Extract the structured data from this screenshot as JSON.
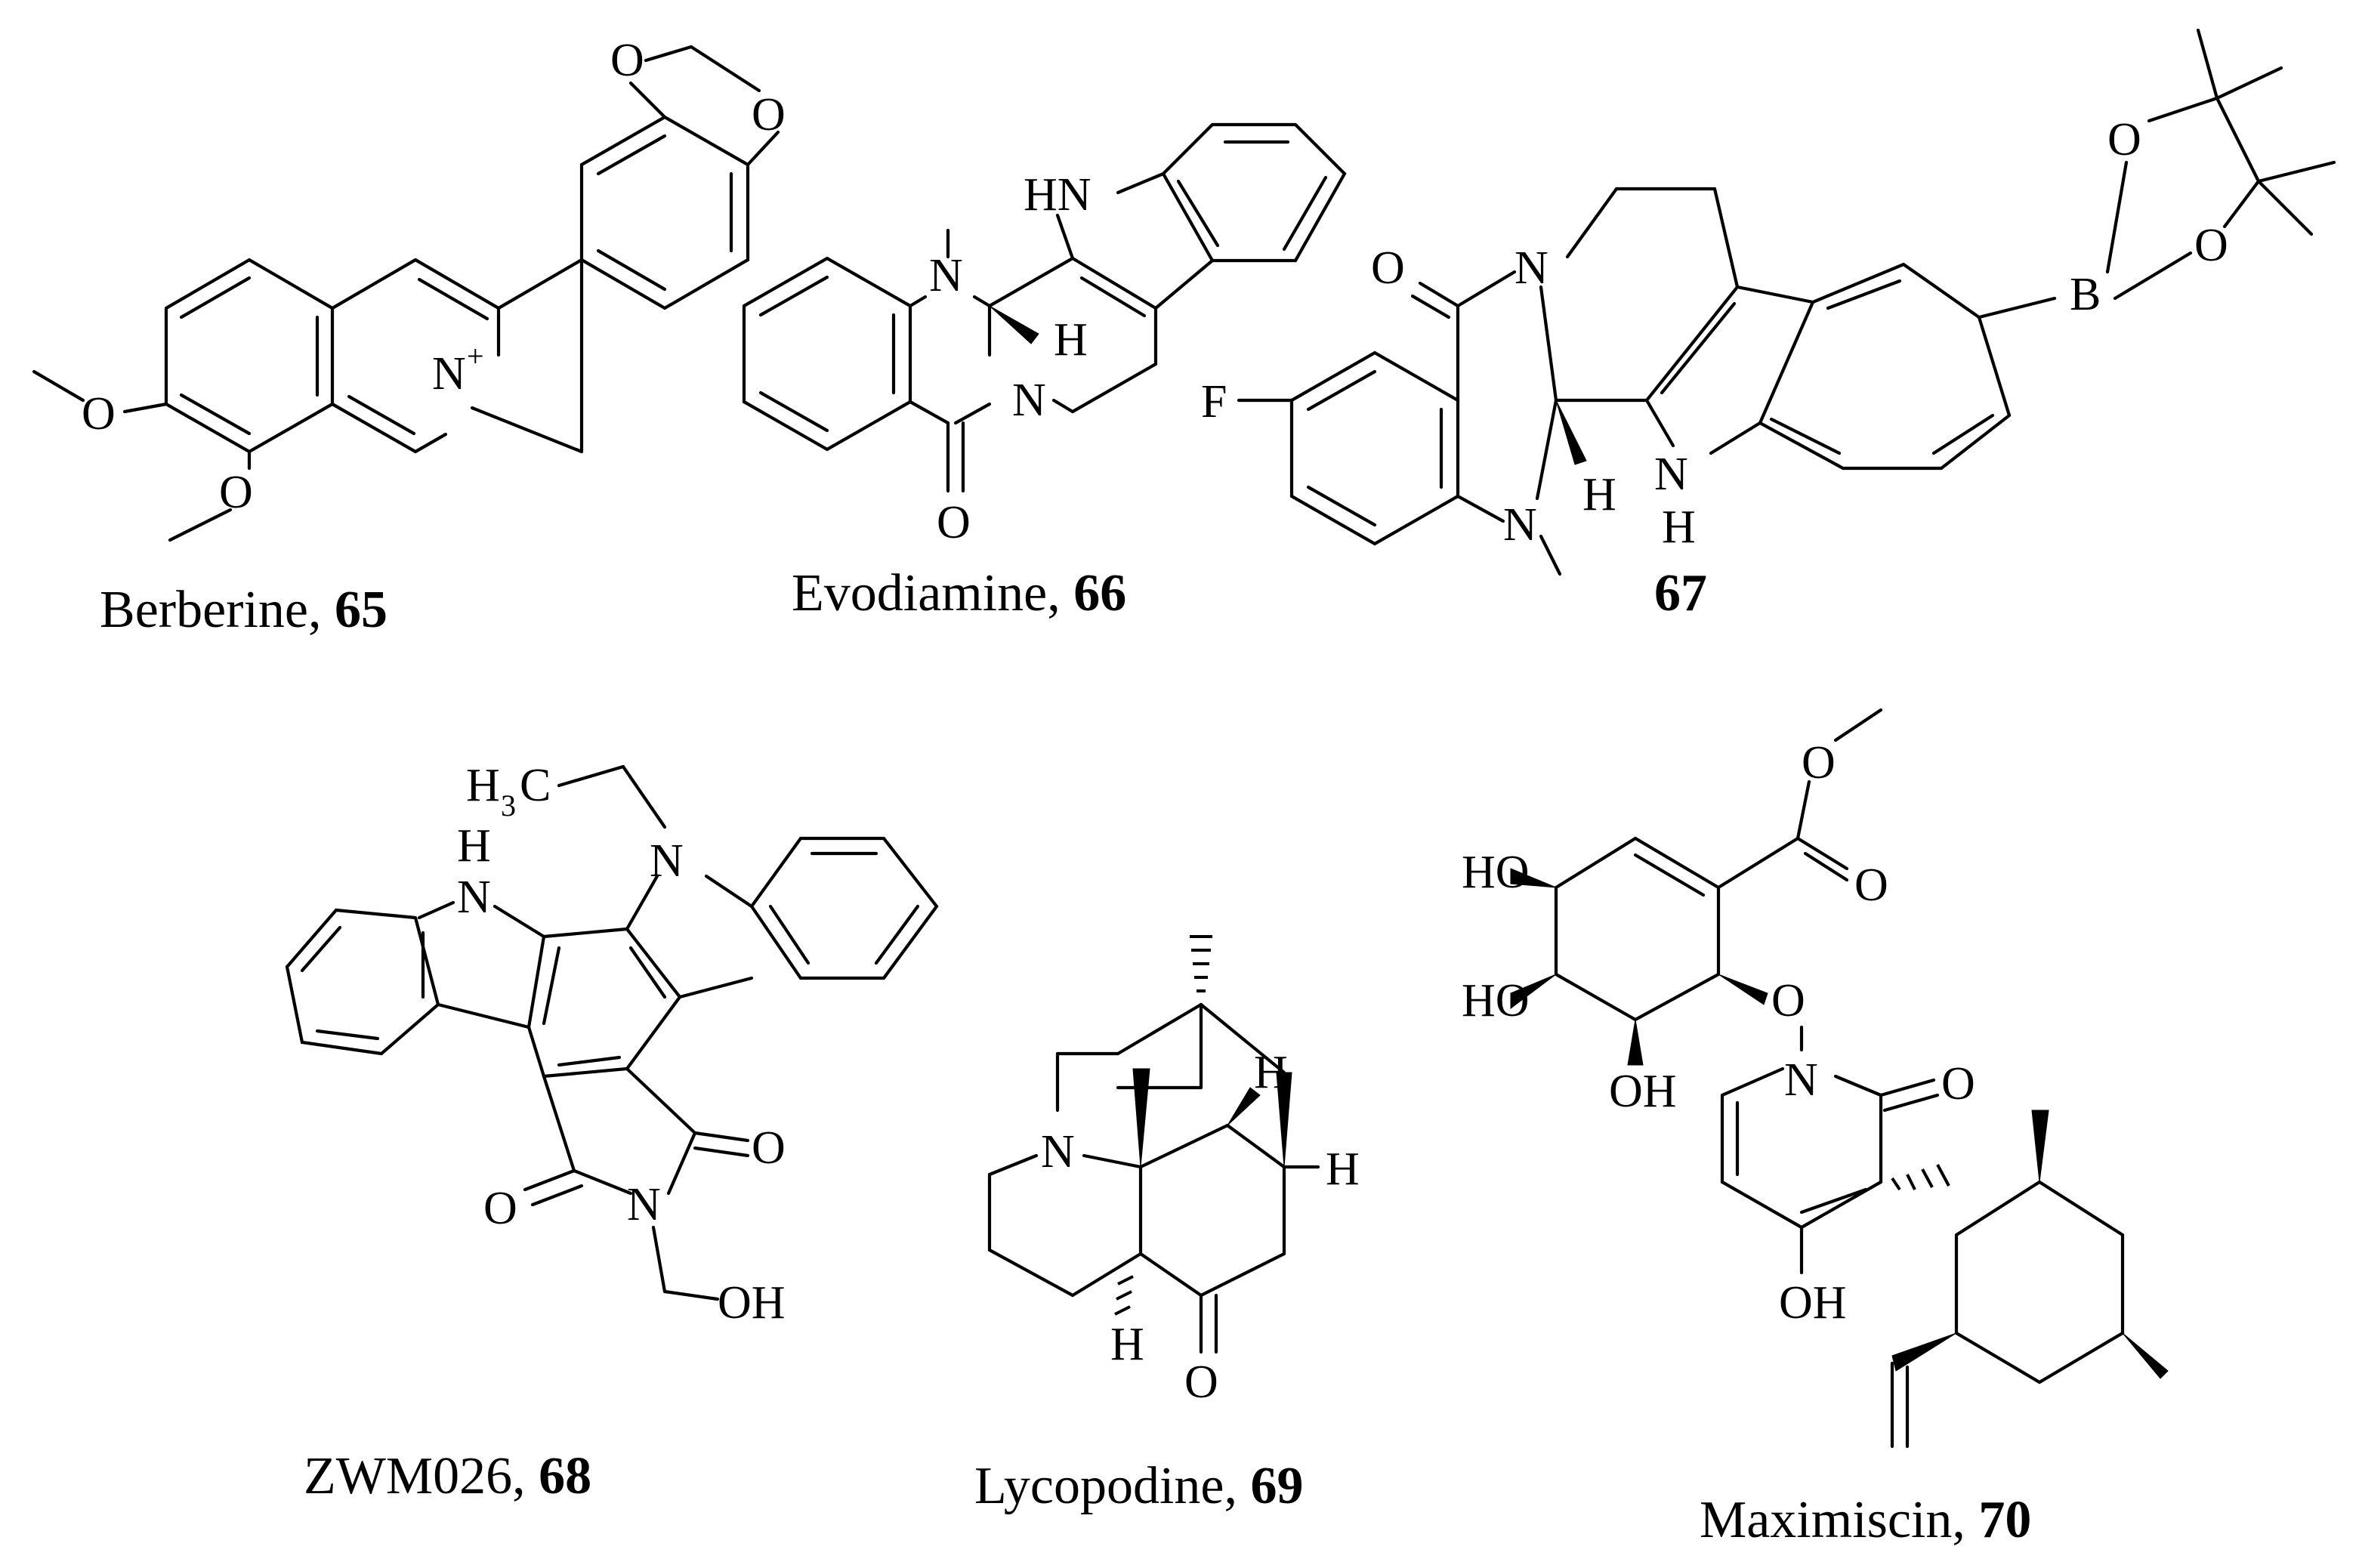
{
  "compounds": [
    {
      "name": "Berberine, ",
      "number": "65"
    },
    {
      "name": "Evodiamine, ",
      "number": "66"
    },
    {
      "name": "",
      "number": "67"
    },
    {
      "name": "ZWM026, ",
      "number": "68"
    },
    {
      "name": "Lycopodine, ",
      "number": "69"
    },
    {
      "name": "Maximiscin, ",
      "number": "70"
    }
  ],
  "atoms": {
    "o": "O",
    "n": "N",
    "h": "H",
    "b": "B",
    "f": "F",
    "hn": "HN",
    "oh": "OH",
    "ho": "HO",
    "plus": "+",
    "h3c_h": "H",
    "h3c_3": "3",
    "h3c_c": "C"
  }
}
